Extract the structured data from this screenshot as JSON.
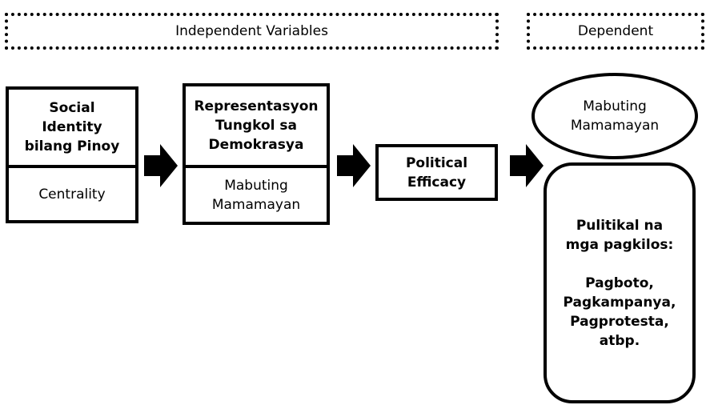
{
  "headers": {
    "independent": "Independent Variables",
    "dependent": "Dependent"
  },
  "social_identity": {
    "title": "Social\nIdentity\nbilang Pinoy",
    "sub": "Centrality"
  },
  "representation": {
    "title": "Representasyon\nTungkol sa\nDemokrasya",
    "sub": "Mabuting\nMamamayan"
  },
  "efficacy": {
    "title": "Political\nEfficacy"
  },
  "outcome_ellipse": {
    "label": "Mabuting\nMamamayan"
  },
  "outcome_actions": {
    "label": "Pulitikal na\nmga pagkilos:\n\nPagboto,\nPagkampanya,\nPagprotesta,\natbp."
  }
}
